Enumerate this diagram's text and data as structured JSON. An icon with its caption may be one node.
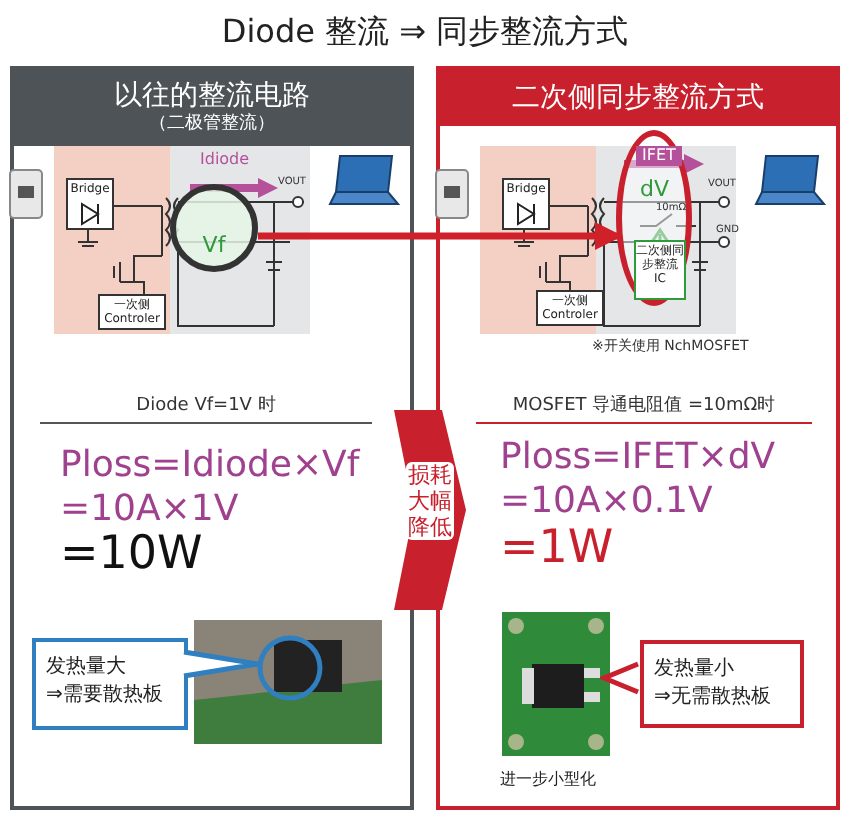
{
  "diagram": {
    "title": "Diode 整流 ⇒ 同步整流方式",
    "nodes": [
      {
        "text": [
          "以往的整流电路",
          "（二极管整流）"
        ]
      },
      {
        "text": [
          "Bridge"
        ],
        "in": 0
      },
      {
        "text": [
          "一次侧 Controler"
        ],
        "in": 0
      },
      {
        "text": [
          "Vf"
        ],
        "in": 0
      },
      {
        "text": [
          "发热量大",
          "⇒需要散热板"
        ],
        "in": 0
      },
      {
        "text": [
          "二次侧同步整流方式"
        ]
      },
      {
        "text": [
          "Bridge"
        ],
        "in": 5
      },
      {
        "text": [
          "一次侧 Controler"
        ],
        "in": 5
      },
      {
        "text": [
          "dV",
          "10mΩ"
        ],
        "in": 5
      },
      {
        "text": [
          "二次侧同步整流 IC"
        ],
        "in": 8
      },
      {
        "text": [
          "发热量小",
          "⇒无需散热板"
        ],
        "in": 5
      },
      {
        "text": [
          "损耗大幅降低"
        ]
      }
    ],
    "edges": [
      {
        "from": 3,
        "to": 8,
        "arrow": "to"
      }
    ],
    "labels": [
      "Idiode",
      "VOUT",
      "IFET",
      "VOUT",
      "GND",
      "※开关使用 NchMOSFET",
      "Diode Vf=1V 时",
      "MOSFET  导通电阻值 =10mΩ时",
      "Ploss=Idiode×Vf",
      "=10A×1V",
      "=10W",
      "Ploss=IFET×dV",
      "=10A×0.1V",
      "=1W",
      "进一步小型化"
    ]
  }
}
